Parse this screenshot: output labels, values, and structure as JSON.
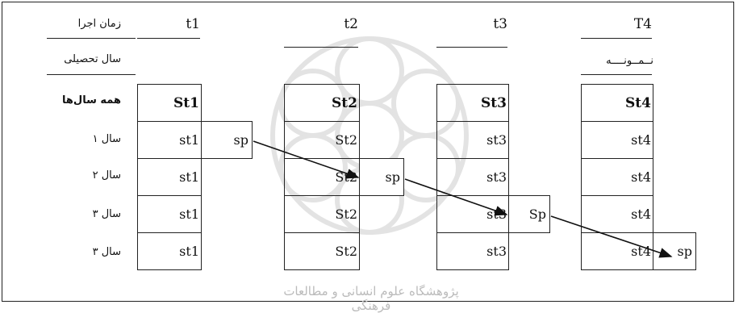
{
  "row_labels": {
    "run_time": "زمان اجرا",
    "school_year": "سال تحصیلی",
    "all_years": "همه سال‌ها",
    "year1": "سال ۱",
    "year2": "سال ۲",
    "year3a": "سال ۳",
    "year3b": "سال ۳"
  },
  "columns": [
    {
      "header": "t1",
      "cells": [
        "St1",
        "st1",
        "st1",
        "st1",
        "st1"
      ]
    },
    {
      "header": "t2",
      "cells": [
        "St2",
        "St2",
        "St2",
        "St2",
        "St2"
      ]
    },
    {
      "header": "t3",
      "cells": [
        "St3",
        "st3",
        "st3",
        "st3",
        "st3"
      ]
    },
    {
      "header": "T4",
      "cells": [
        "St4",
        "st4",
        "st4",
        "st4",
        "st4"
      ]
    }
  ],
  "sample_label": "نــمــونــــه",
  "sp_boxes": [
    "sp",
    "sp",
    "Sp",
    "sp"
  ],
  "watermark_caption": "پژوهشگاه علوم انسانی و مطالعات فرهنگی"
}
